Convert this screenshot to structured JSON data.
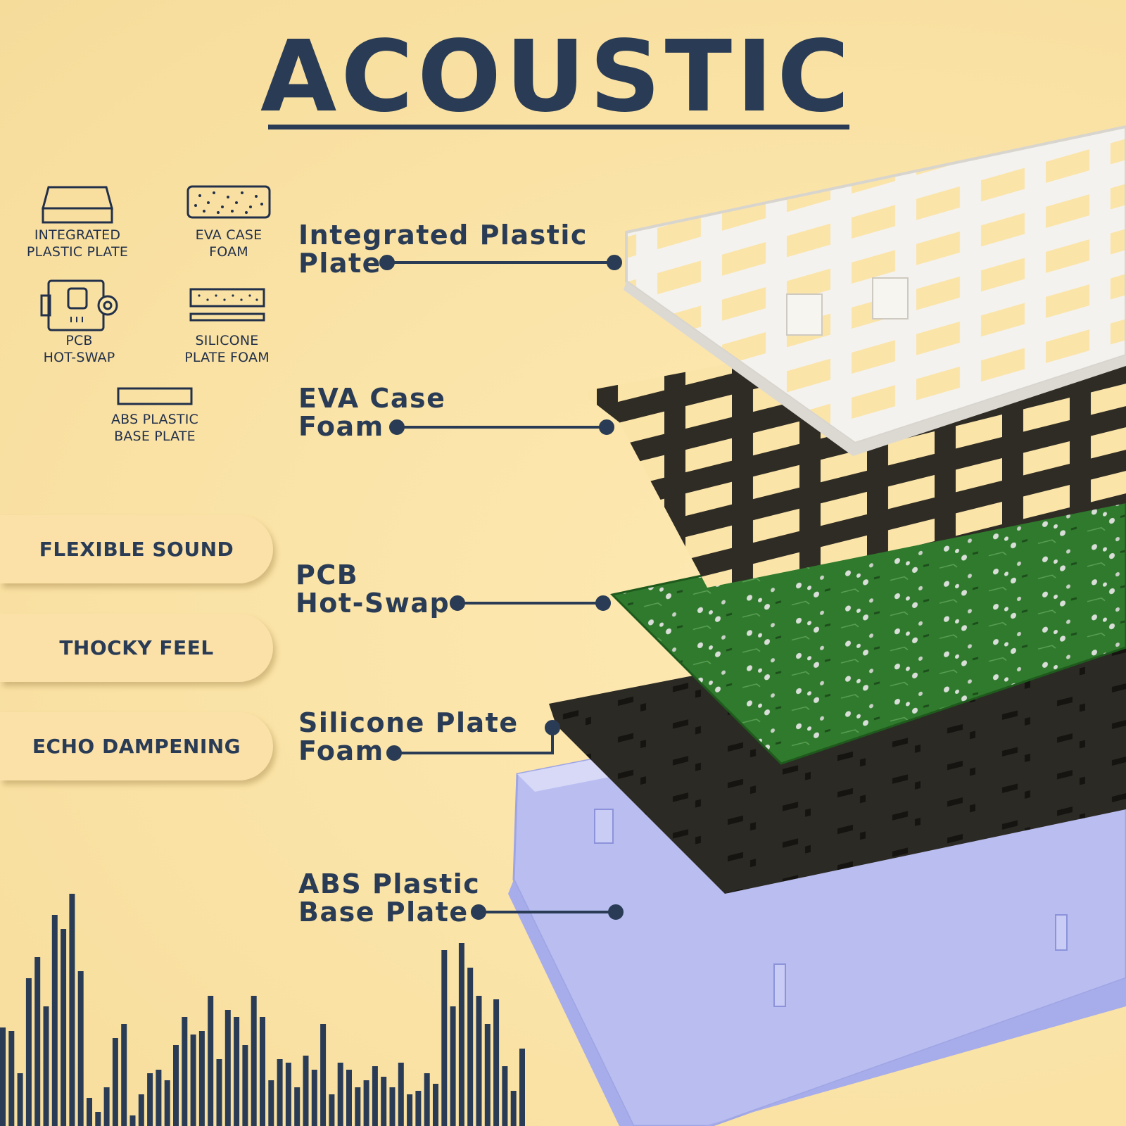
{
  "title": "ACOUSTIC",
  "legend": [
    {
      "icon": "integrated-plastic-plate-icon",
      "line1": "INTEGRATED",
      "line2": "PLASTIC PLATE"
    },
    {
      "icon": "eva-case-foam-icon",
      "line1": "EVA CASE",
      "line2": "FOAM"
    },
    {
      "icon": "pcb-hot-swap-icon",
      "line1": "PCB",
      "line2": "HOT-SWAP"
    },
    {
      "icon": "silicone-plate-foam-icon",
      "line1": "SILICONE",
      "line2": "PLATE FOAM"
    },
    {
      "icon": "abs-plastic-base-plate-icon",
      "line1": "ABS PLASTIC",
      "line2": "BASE PLATE"
    }
  ],
  "features": [
    "FLEXIBLE SOUND",
    "THOCKY FEEL",
    "ECHO DAMPENING"
  ],
  "layers": [
    {
      "line1": "Integrated Plastic",
      "line2": "Plate"
    },
    {
      "line1": "EVA Case",
      "line2": "Foam"
    },
    {
      "line1": "PCB",
      "line2": "Hot-Swap"
    },
    {
      "line1": "Silicone Plate",
      "line2": "Foam"
    },
    {
      "line1": "ABS Plastic",
      "line2": "Base Plate"
    }
  ],
  "colors": {
    "background": "#fbe6aa",
    "text": "#2a3c55",
    "plate": "#f4f2ee",
    "foam": "#2f2c25",
    "pcb": "#2f7a2c",
    "base": "#b9bdf0"
  }
}
